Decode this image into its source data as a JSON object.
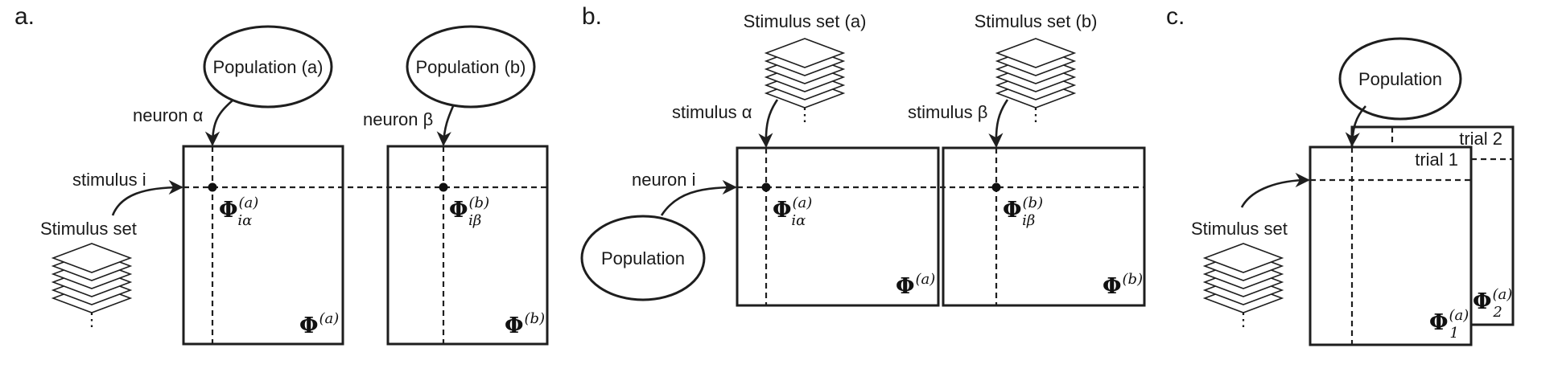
{
  "panel_a": {
    "tag": "a.",
    "population_a": "Population (a)",
    "population_b": "Population (b)",
    "neuron_alpha": "neuron α",
    "neuron_beta": "neuron β",
    "stimulus_i": "stimulus i",
    "stimulus_set": "Stimulus set",
    "phi_point_a": {
      "base": "Φ",
      "sup": "(a)",
      "sub": "iα"
    },
    "phi_point_b": {
      "base": "Φ",
      "sup": "(b)",
      "sub": "iβ"
    },
    "matrix_a": {
      "base": "Φ",
      "sup": "(a)"
    },
    "matrix_b": {
      "base": "Φ",
      "sup": "(b)"
    }
  },
  "panel_b": {
    "tag": "b.",
    "stimulus_set_a": "Stimulus set (a)",
    "stimulus_set_b": "Stimulus set (b)",
    "stimulus_alpha": "stimulus α",
    "stimulus_beta": "stimulus β",
    "neuron_i": "neuron i",
    "population": "Population",
    "phi_point_a": {
      "base": "Φ",
      "sup": "(a)",
      "sub": "iα"
    },
    "phi_point_b": {
      "base": "Φ",
      "sup": "(b)",
      "sub": "iβ"
    },
    "matrix_a": {
      "base": "Φ",
      "sup": "(a)"
    },
    "matrix_b": {
      "base": "Φ",
      "sup": "(b)"
    }
  },
  "panel_c": {
    "tag": "c.",
    "population": "Population",
    "trial_1": "trial 1",
    "trial_2": "trial 2",
    "stimulus_set": "Stimulus set",
    "matrix_1": {
      "base": "Φ",
      "sup": "(a)",
      "sub": "1"
    },
    "matrix_2": {
      "base": "Φ",
      "sup": "(a)",
      "sub": "2"
    }
  }
}
